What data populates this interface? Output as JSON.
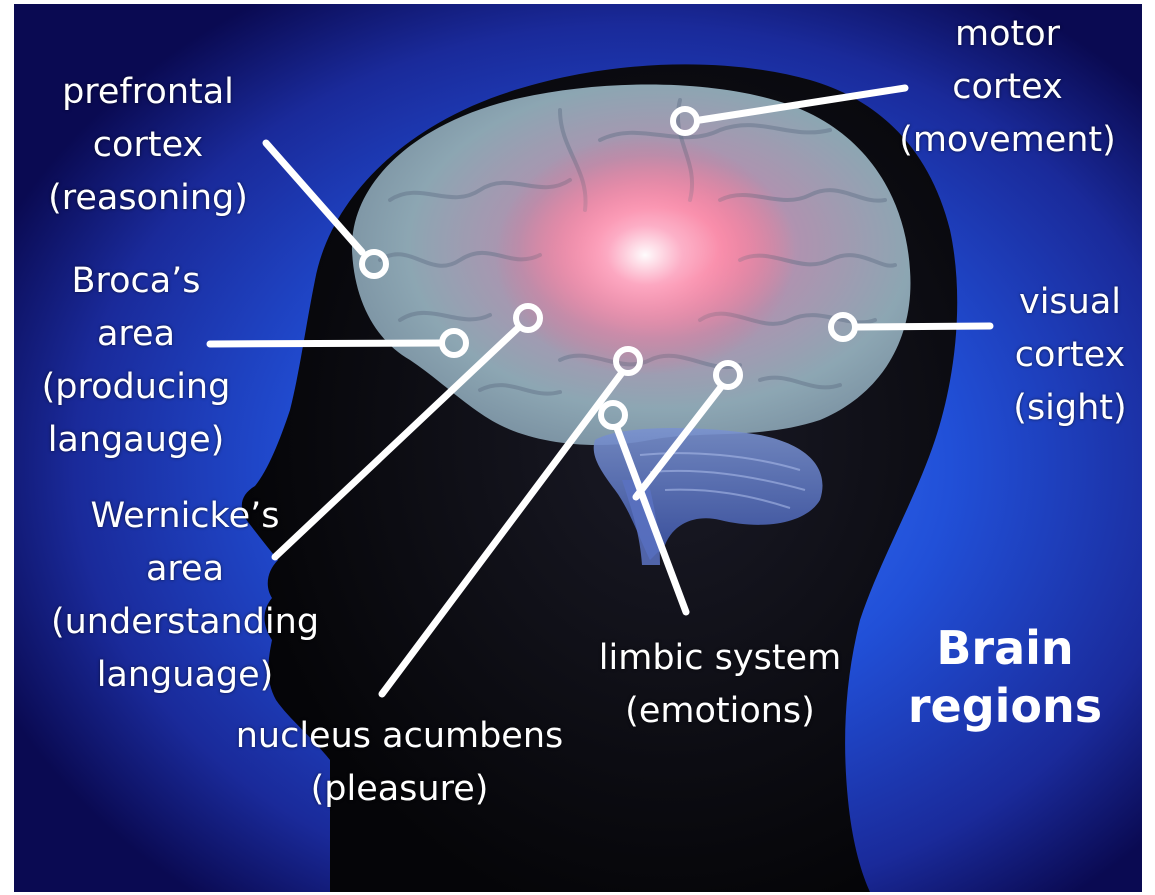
{
  "title": [
    "Brain",
    "regions"
  ],
  "colors": {
    "background_center": "#2f6cf2",
    "background_edge": "#0a0a52",
    "head_silhouette": "#0b0b12",
    "brain": "#9fb6c4",
    "brain_glow": "#ff5a7a",
    "cerebellum": "#6f86c9",
    "label_text": "#ffffff",
    "pointer": "#ffffff"
  },
  "regions": [
    {
      "id": "prefrontal",
      "lines": [
        "prefrontal",
        "cortex",
        "(reasoning)"
      ]
    },
    {
      "id": "motor",
      "lines": [
        "motor",
        "cortex",
        "(movement)"
      ]
    },
    {
      "id": "broca",
      "lines": [
        "Broca’s",
        "area",
        "(producing",
        "langauge)"
      ]
    },
    {
      "id": "visual",
      "lines": [
        "visual",
        "cortex",
        "(sight)"
      ]
    },
    {
      "id": "wernicke",
      "lines": [
        "Wernicke’s",
        "area",
        "(understanding",
        "language)"
      ]
    },
    {
      "id": "limbic",
      "lines": [
        "limbic system",
        "(emotions)"
      ]
    },
    {
      "id": "nucleus",
      "lines": [
        "nucleus acumbens",
        "(pleasure)"
      ]
    }
  ]
}
